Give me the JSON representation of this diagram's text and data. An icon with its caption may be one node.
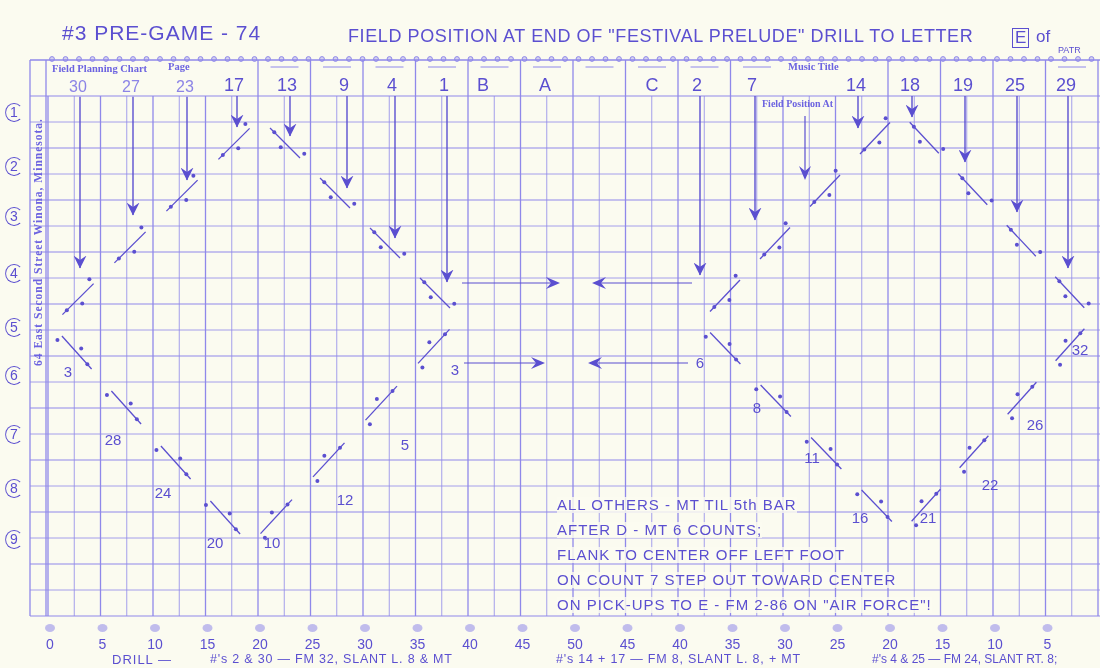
{
  "diagram": {
    "title": "#3 PRE-GAME - 74",
    "nodes": [
      {
        "text": [
          "30"
        ]
      },
      {
        "text": [
          "27"
        ]
      },
      {
        "text": [
          "23"
        ]
      },
      {
        "text": [
          "17"
        ]
      },
      {
        "text": [
          "13"
        ]
      },
      {
        "text": [
          "9"
        ]
      },
      {
        "text": [
          "4"
        ]
      },
      {
        "text": [
          "1"
        ]
      },
      {
        "text": [
          "2"
        ]
      },
      {
        "text": [
          "7"
        ]
      },
      {
        "text": [
          "14"
        ]
      },
      {
        "text": [
          "18"
        ]
      },
      {
        "text": [
          "19"
        ]
      },
      {
        "text": [
          "25"
        ]
      },
      {
        "text": [
          "29"
        ]
      }
    ],
    "edges": [
      {
        "from": 0,
        "to": null,
        "arrow": "to"
      },
      {
        "from": 1,
        "to": null,
        "arrow": "to"
      },
      {
        "from": 2,
        "to": null,
        "arrow": "to"
      },
      {
        "from": 3,
        "to": null,
        "arrow": "to"
      },
      {
        "from": 4,
        "to": null,
        "arrow": "to"
      },
      {
        "from": 5,
        "to": null,
        "arrow": "to"
      },
      {
        "from": 6,
        "to": null,
        "arrow": "to"
      },
      {
        "from": 7,
        "to": null,
        "arrow": "to"
      },
      {
        "from": 8,
        "to": null,
        "arrow": "to"
      },
      {
        "from": 9,
        "to": null,
        "arrow": "to"
      },
      {
        "from": 10,
        "to": null,
        "arrow": "to"
      },
      {
        "from": 11,
        "to": null,
        "arrow": "to"
      },
      {
        "from": 12,
        "to": null,
        "arrow": "to"
      },
      {
        "from": 13,
        "to": null,
        "arrow": "to"
      },
      {
        "from": 14,
        "to": null,
        "arrow": "to"
      }
    ],
    "labels": [
      "FIELD POSITION AT END OF \"FESTIVAL PRELUDE\" DRILL TO LETTER",
      "E",
      "of",
      "PATR",
      "Field Planning Chart",
      "Page",
      "B",
      "A",
      "C",
      "Music Title",
      "Field Position At",
      "64 East Second Street Winona, Minnesota.",
      "1",
      "2",
      "3",
      "4",
      "5",
      "6",
      "7",
      "8",
      "9",
      "3",
      "28",
      "24",
      "20",
      "10",
      "12",
      "5",
      "3",
      "6",
      "8",
      "11",
      "16",
      "21",
      "22",
      "26",
      "32",
      "ALL OTHERS - MT TIL 5th BAR",
      "AFTER D - MT 6 COUNTS;",
      "FLANK TO CENTER OFF LEFT FOOT",
      "ON COUNT 7 STEP OUT TOWARD CENTER",
      "ON PICK-UPS TO E - FM 2-86 ON \"AIR FORCE\"!",
      "0",
      "5",
      "10",
      "15",
      "20",
      "25",
      "30",
      "35",
      "40",
      "45",
      "50",
      "45",
      "40",
      "35",
      "30",
      "25",
      "20",
      "15",
      "10",
      "5",
      "DRILL —",
      "#'s 2 & 30 — FM 32, SLANT L. 8 & MT",
      "#'s 14 + 17 — FM 8, SLANT L. 8, + MT",
      "#'s 4 & 25 — FM 24, SLANT RT. 8;"
    ]
  }
}
